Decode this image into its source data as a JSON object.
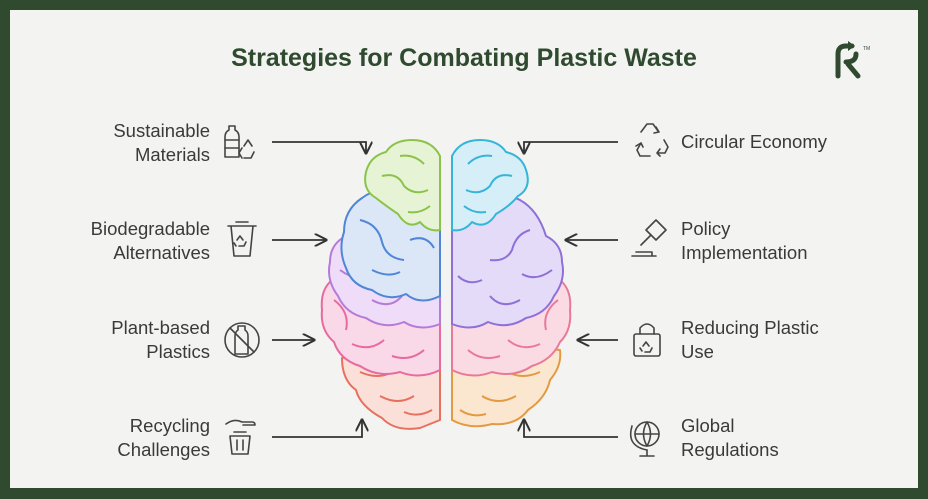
{
  "title": "Strategies for Combating Plastic Waste",
  "logo_icon": "brand-r-logo-icon",
  "colors": {
    "background": "#f3f4f1",
    "border": "#2f4a2f",
    "title": "#2f4a2f",
    "lobe_green": "#8bc34a",
    "lobe_blue": "#4f86d6",
    "lobe_purple": "#b57bd8",
    "lobe_pink": "#e86aa0",
    "lobe_red": "#e8705e",
    "lobe_cyan": "#34b5d9",
    "lobe_violet": "#8f6fd8",
    "lobe_rose": "#e87a98",
    "lobe_orange": "#e39a43"
  },
  "left_items": [
    {
      "line1": "Sustainable",
      "line2": "Materials",
      "icon": "bottles-recycle-icon"
    },
    {
      "line1": "Biodegradable",
      "line2": "Alternatives",
      "icon": "compost-bin-icon"
    },
    {
      "line1": "Plant-based",
      "line2": "Plastics",
      "icon": "no-plastic-bottle-icon"
    },
    {
      "line1": "Recycling",
      "line2": "Challenges",
      "icon": "trash-hand-icon"
    }
  ],
  "right_items": [
    {
      "line1": "Circular Economy",
      "line2": "",
      "icon": "recycle-arrows-icon"
    },
    {
      "line1": "Policy",
      "line2": "Implementation",
      "icon": "gavel-icon"
    },
    {
      "line1": "Reducing Plastic",
      "line2": "Use",
      "icon": "recycle-bag-icon"
    },
    {
      "line1": "Global",
      "line2": "Regulations",
      "icon": "globe-icon"
    }
  ]
}
